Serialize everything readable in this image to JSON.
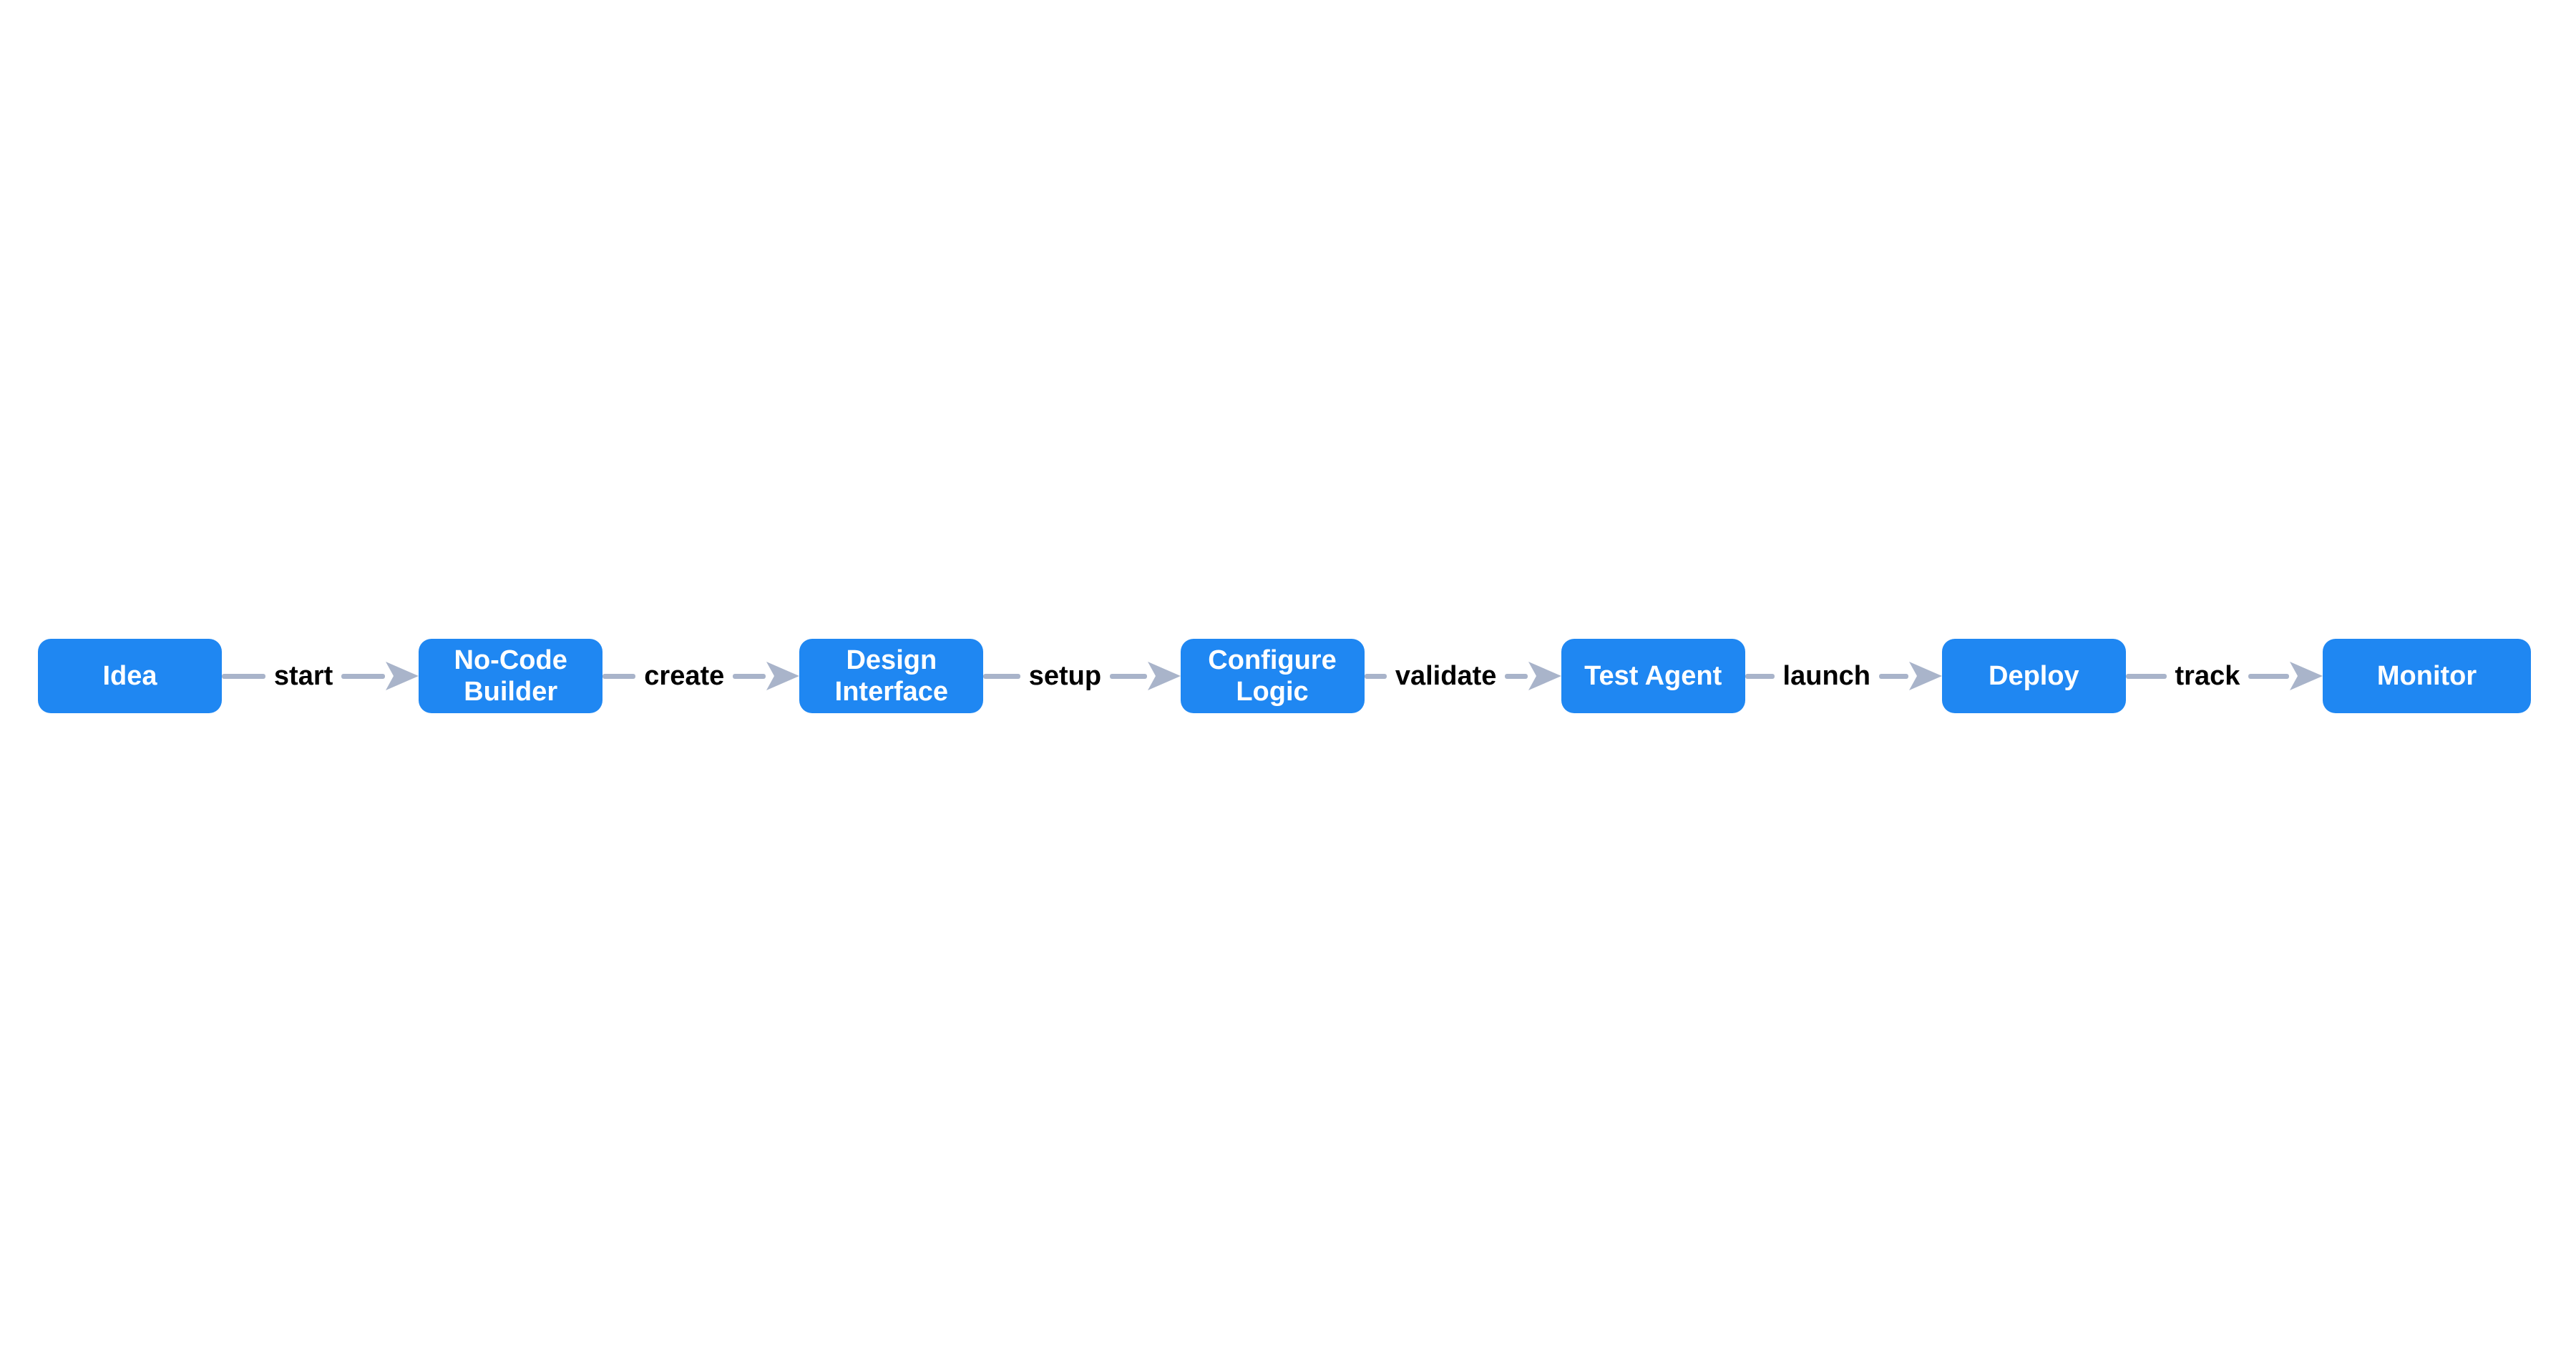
{
  "diagram": {
    "type": "flowchart-left-to-right",
    "colors": {
      "background": "#ffffff",
      "node_fill": "#1f87f2",
      "node_text": "#ffffff",
      "edge_line": "#a9b4ca",
      "edge_label": "#000000"
    },
    "nodes": [
      {
        "id": "idea",
        "label": "Idea"
      },
      {
        "id": "no-code-builder",
        "label": "No-Code\nBuilder"
      },
      {
        "id": "design-interface",
        "label": "Design\nInterface"
      },
      {
        "id": "configure-logic",
        "label": "Configure\nLogic"
      },
      {
        "id": "test-agent",
        "label": "Test Agent"
      },
      {
        "id": "deploy",
        "label": "Deploy"
      },
      {
        "id": "monitor",
        "label": "Monitor"
      }
    ],
    "edges": [
      {
        "from": "idea",
        "to": "no-code-builder",
        "label": "start"
      },
      {
        "from": "no-code-builder",
        "to": "design-interface",
        "label": "create"
      },
      {
        "from": "design-interface",
        "to": "configure-logic",
        "label": "setup"
      },
      {
        "from": "configure-logic",
        "to": "test-agent",
        "label": "validate"
      },
      {
        "from": "test-agent",
        "to": "deploy",
        "label": "launch"
      },
      {
        "from": "deploy",
        "to": "monitor",
        "label": "track"
      }
    ]
  }
}
